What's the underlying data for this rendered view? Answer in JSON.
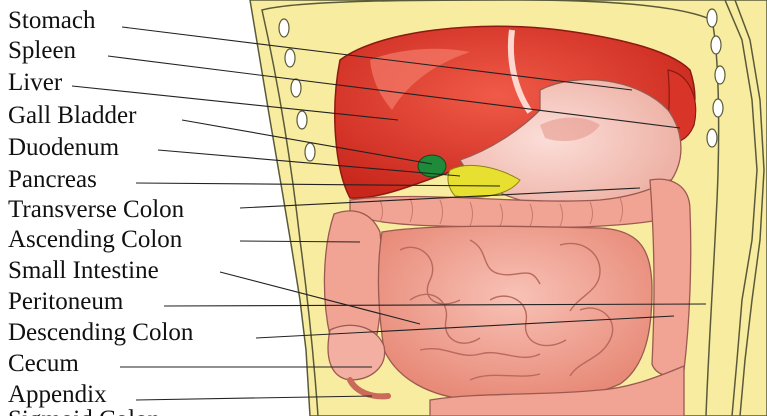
{
  "labels": {
    "stomach": "Stomach",
    "spleen": "Spleen",
    "liver": "Liver",
    "gall_bladder": "Gall Bladder",
    "duodenum": "Duodenum",
    "pancreas": "Pancreas",
    "transverse_colon": "Transverse Colon",
    "ascending_colon": "Ascending Colon",
    "small_intestine": "Small Intestine",
    "peritoneum": "Peritoneum",
    "descending_colon": "Descending Colon",
    "cecum": "Cecum",
    "appendix": "Appendix",
    "sigmoid_colon": "Sigmoid Colon"
  },
  "colors": {
    "body_wall": "#f8eca0",
    "body_outline": "#5a5a3a",
    "liver": "#e03a2a",
    "stomach": "#f5c4bc",
    "spleen": "#d93428",
    "gall_bladder": "#1f8a3a",
    "pancreas": "#e8e030",
    "colon": "#f1a394",
    "small_intestine": "#ee9888",
    "leader_line": "#222222"
  }
}
